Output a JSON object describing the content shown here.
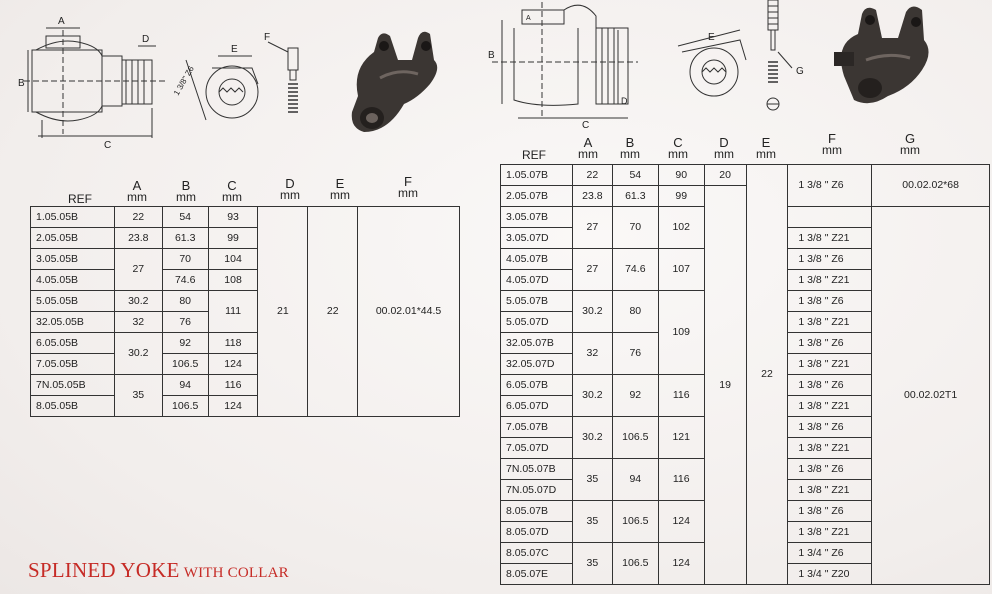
{
  "title": {
    "main": "SPLINED YOKE",
    "sub": "WITH COLLAR"
  },
  "left_drawing_labels": {
    "a": "A",
    "b": "B",
    "c": "C",
    "d": "D",
    "e": "E",
    "f": "F",
    "spline": "1 3/8\" Z6"
  },
  "right_drawing_labels": {
    "a": "A",
    "b": "B",
    "c": "C",
    "d": "D",
    "e": "E",
    "g": "G"
  },
  "left_table": {
    "headers": {
      "ref": "REF",
      "a": "A",
      "b": "B",
      "c": "C",
      "d": "D",
      "e": "E",
      "f": "F",
      "unit": "mm"
    },
    "rows": [
      {
        "ref": "1.05.05B",
        "a": "22",
        "b": "54",
        "c": "93"
      },
      {
        "ref": "2.05.05B",
        "a": "23.8",
        "b": "61.3",
        "c": "99"
      },
      {
        "ref": "3.05.05B",
        "a": "27",
        "b": "70",
        "c": "104"
      },
      {
        "ref": "4.05.05B",
        "a": "",
        "b": "74.6",
        "c": "108"
      },
      {
        "ref": "5.05.05B",
        "a": "30.2",
        "b": "80",
        "c": "111"
      },
      {
        "ref": "32.05.05B",
        "a": "32",
        "b": "76",
        "c": ""
      },
      {
        "ref": "6.05.05B",
        "a": "30.2",
        "b": "92",
        "c": "118"
      },
      {
        "ref": "7.05.05B",
        "a": "",
        "b": "106.5",
        "c": "124"
      },
      {
        "ref": "7N.05.05B",
        "a": "35",
        "b": "94",
        "c": "116"
      },
      {
        "ref": "8.05.05B",
        "a": "",
        "b": "106.5",
        "c": "124"
      }
    ],
    "d_value": "21",
    "e_value": "22",
    "f_value": "00.02.01*44.5"
  },
  "right_table": {
    "headers": {
      "ref": "REF",
      "a": "A",
      "b": "B",
      "c": "C",
      "d": "D",
      "e": "E",
      "f": "F",
      "g": "G",
      "unit": "mm"
    },
    "rows": [
      {
        "ref": "1.05.07B",
        "f": "1 3/8 \" Z6"
      },
      {
        "ref": "2.05.07B",
        "f": ""
      },
      {
        "ref": "3.05.07B",
        "f": ""
      },
      {
        "ref": "3.05.07D",
        "f": "1 3/8 \" Z21"
      },
      {
        "ref": "4.05.07B",
        "f": "1 3/8 \" Z6"
      },
      {
        "ref": "4.05.07D",
        "f": "1 3/8 \" Z21"
      },
      {
        "ref": "5.05.07B",
        "f": "1 3/8 \" Z6"
      },
      {
        "ref": "5.05.07D",
        "f": "1 3/8 \" Z21"
      },
      {
        "ref": "32.05.07B",
        "f": "1 3/8 \" Z6"
      },
      {
        "ref": "32.05.07D",
        "f": "1 3/8 \" Z21"
      },
      {
        "ref": "6.05.07B",
        "f": "1 3/8 \" Z6"
      },
      {
        "ref": "6.05.07D",
        "f": "1 3/8 \" Z21"
      },
      {
        "ref": "7.05.07B",
        "f": "1 3/8 \" Z6"
      },
      {
        "ref": "7.05.07D",
        "f": "1 3/8 \" Z21"
      },
      {
        "ref": "7N.05.07B",
        "f": "1 3/8 \" Z6"
      },
      {
        "ref": "7N.05.07D",
        "f": "1 3/8 \" Z21"
      },
      {
        "ref": "8.05.07B",
        "f": "1 3/8 \" Z6"
      },
      {
        "ref": "8.05.07D",
        "f": "1 3/8 \" Z21"
      },
      {
        "ref": "8.05.07C",
        "f": "1 3/4 \" Z6"
      },
      {
        "ref": "8.05.07E",
        "f": "1 3/4 \" Z20"
      }
    ],
    "groups_a": [
      "22",
      "23.8",
      "27",
      "27",
      "30.2",
      "32",
      "30.2",
      "30.2",
      "35",
      "35",
      "35"
    ],
    "groups_b": [
      "54",
      "61.3",
      "70",
      "74.6",
      "80",
      "76",
      "92",
      "106.5",
      "94",
      "106.5",
      "106.5"
    ],
    "groups_c": [
      "90",
      "99",
      "102",
      "107",
      "109",
      "116",
      "121",
      "116",
      "124",
      "124"
    ],
    "d_values": [
      "20",
      "19"
    ],
    "e_value": "22",
    "g_values": [
      "00.02.02*68",
      "00.02.02T1"
    ]
  }
}
